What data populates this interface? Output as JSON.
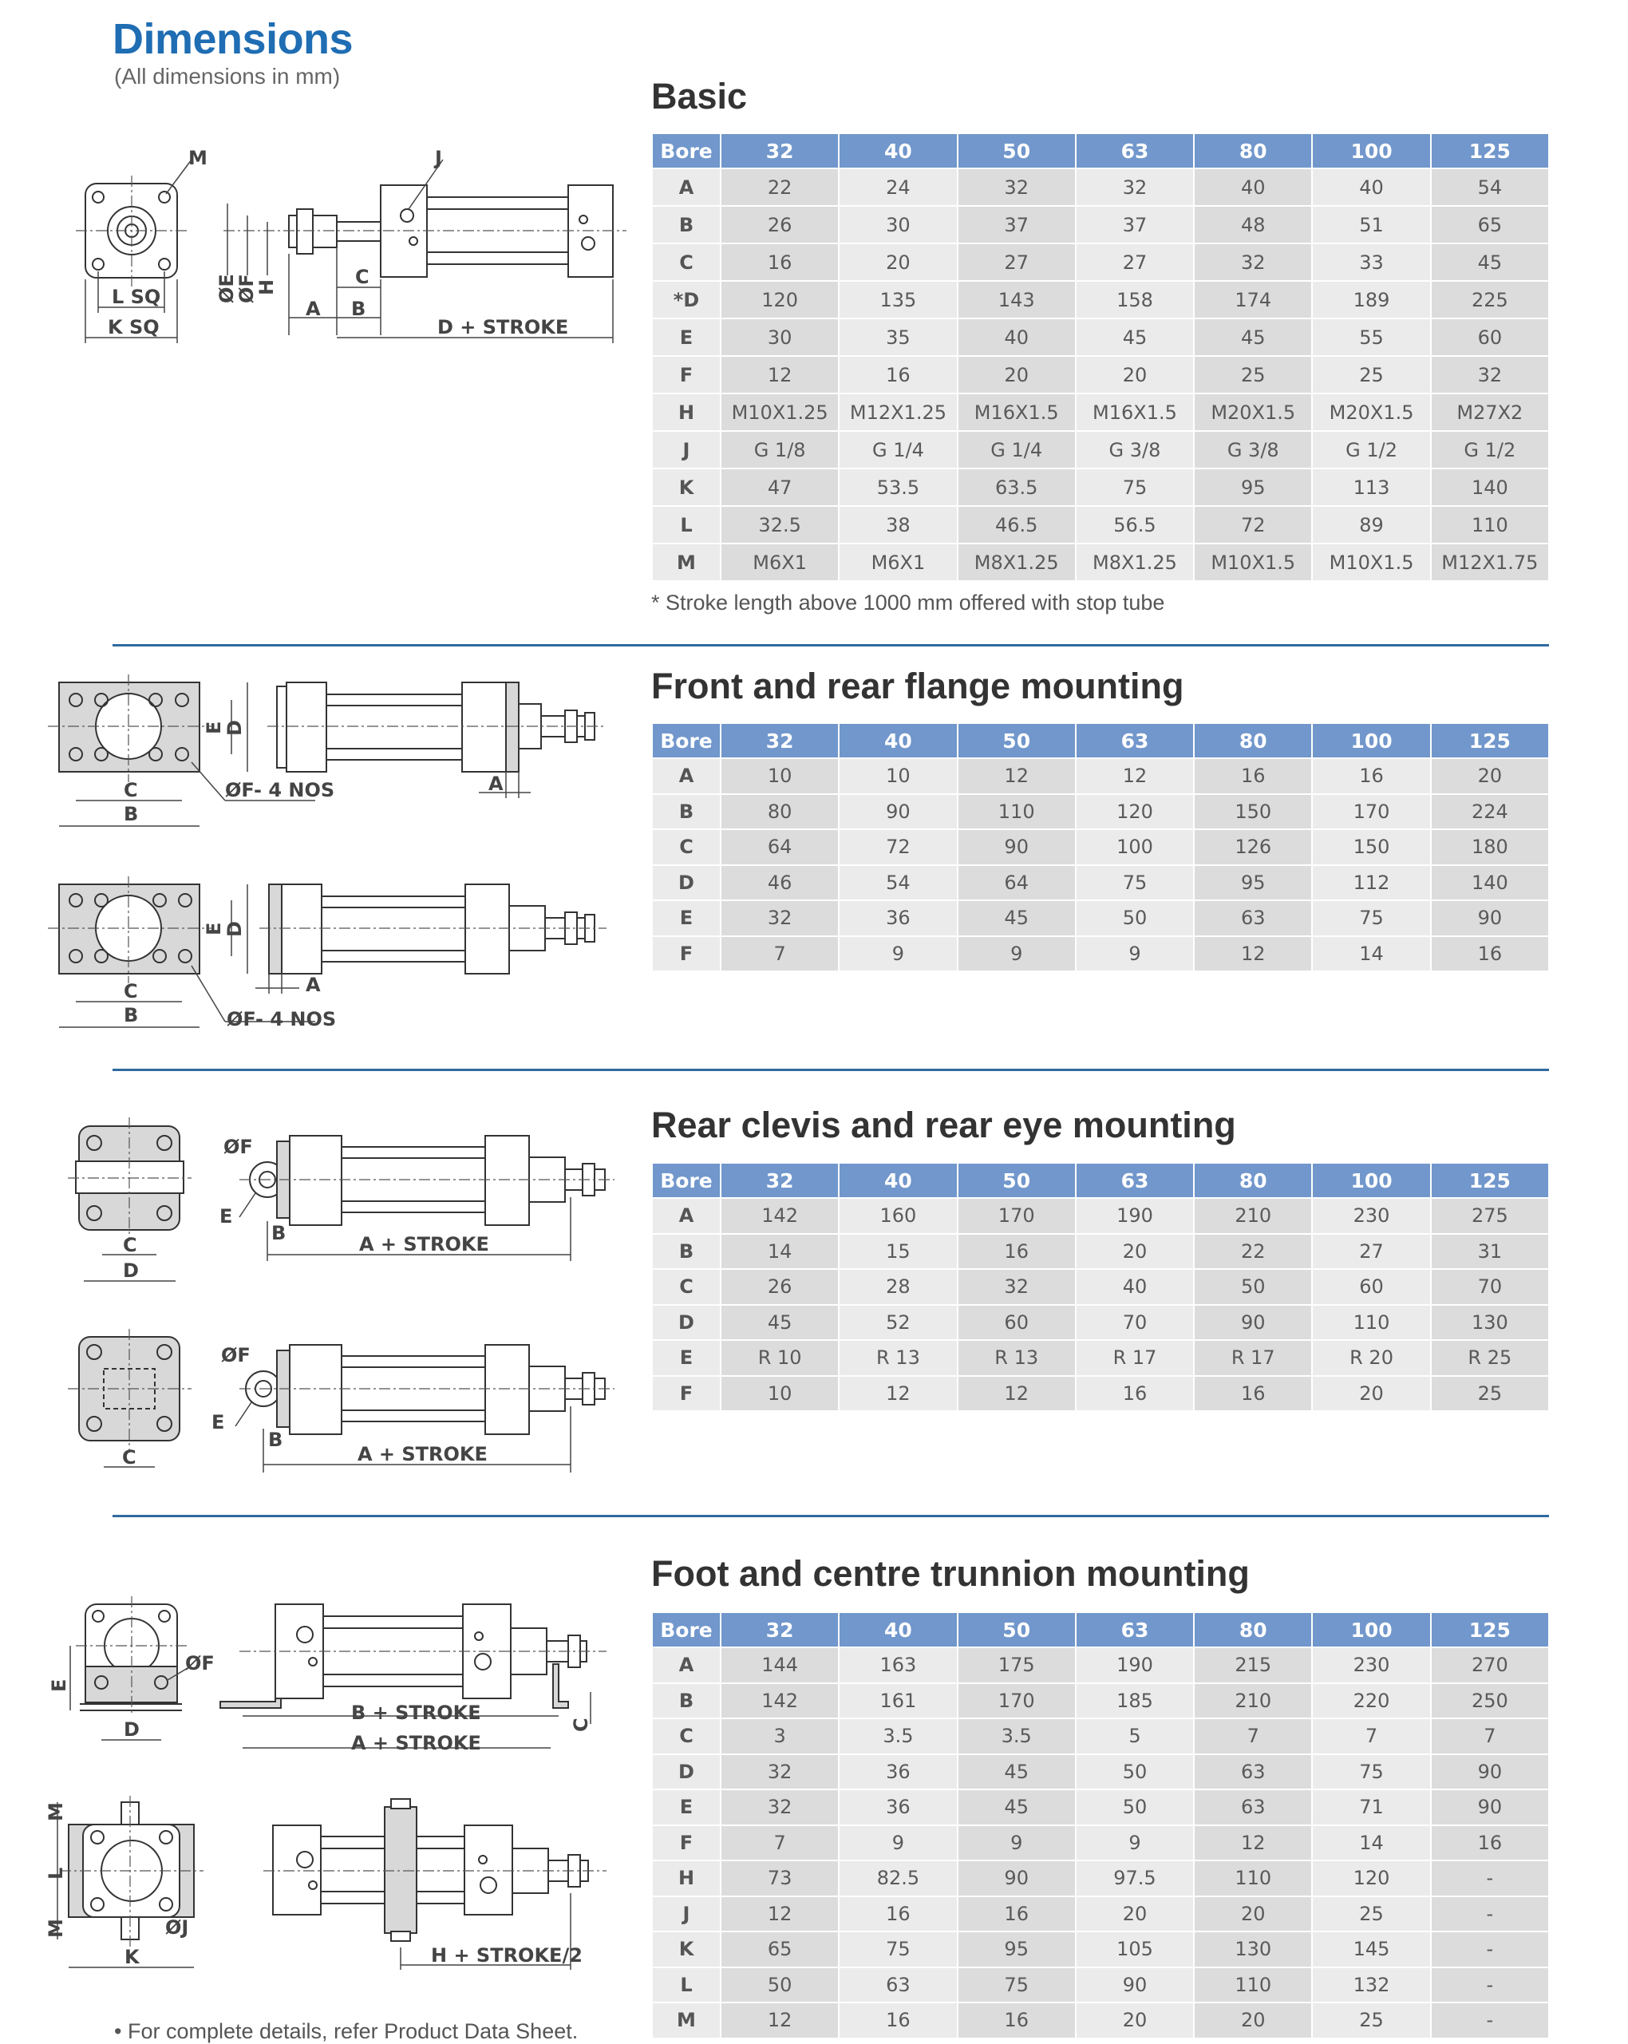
{
  "header": {
    "title": "Dimensions",
    "subtitle": "(All dimensions in mm)"
  },
  "bores": [
    "32",
    "40",
    "50",
    "63",
    "80",
    "100",
    "125"
  ],
  "bore_label": "Bore",
  "sections": {
    "basic": {
      "title": "Basic",
      "note": "* Stroke length above 1000 mm offered with stop tube",
      "rows": [
        {
          "label": "A",
          "values": [
            "22",
            "24",
            "32",
            "32",
            "40",
            "40",
            "54"
          ]
        },
        {
          "label": "B",
          "values": [
            "26",
            "30",
            "37",
            "37",
            "48",
            "51",
            "65"
          ]
        },
        {
          "label": "C",
          "values": [
            "16",
            "20",
            "27",
            "27",
            "32",
            "33",
            "45"
          ]
        },
        {
          "label": "*D",
          "values": [
            "120",
            "135",
            "143",
            "158",
            "174",
            "189",
            "225"
          ]
        },
        {
          "label": "E",
          "values": [
            "30",
            "35",
            "40",
            "45",
            "45",
            "55",
            "60"
          ]
        },
        {
          "label": "F",
          "values": [
            "12",
            "16",
            "20",
            "20",
            "25",
            "25",
            "32"
          ]
        },
        {
          "label": "H",
          "values": [
            "M10X1.25",
            "M12X1.25",
            "M16X1.5",
            "M16X1.5",
            "M20X1.5",
            "M20X1.5",
            "M27X2"
          ]
        },
        {
          "label": "J",
          "values": [
            "G 1/8",
            "G 1/4",
            "G 1/4",
            "G 3/8",
            "G 3/8",
            "G 1/2",
            "G 1/2"
          ]
        },
        {
          "label": "K",
          "values": [
            "47",
            "53.5",
            "63.5",
            "75",
            "95",
            "113",
            "140"
          ]
        },
        {
          "label": "L",
          "values": [
            "32.5",
            "38",
            "46.5",
            "56.5",
            "72",
            "89",
            "110"
          ]
        },
        {
          "label": "M",
          "values": [
            "M6X1",
            "M6X1",
            "M8X1.25",
            "M8X1.25",
            "M10X1.5",
            "M10X1.5",
            "M12X1.75"
          ]
        }
      ],
      "drawing_labels": {
        "m": "M",
        "j": "J",
        "lsq": "L SQ",
        "ksq": "K SQ",
        "oe": "ØE",
        "of": "ØF",
        "h": "H",
        "a": "A",
        "c": "C",
        "b": "B",
        "d_stroke": "D + STROKE"
      }
    },
    "flange": {
      "title": "Front and rear flange mounting",
      "rows": [
        {
          "label": "A",
          "values": [
            "10",
            "10",
            "12",
            "12",
            "16",
            "16",
            "20"
          ]
        },
        {
          "label": "B",
          "values": [
            "80",
            "90",
            "110",
            "120",
            "150",
            "170",
            "224"
          ]
        },
        {
          "label": "C",
          "values": [
            "64",
            "72",
            "90",
            "100",
            "126",
            "150",
            "180"
          ]
        },
        {
          "label": "D",
          "values": [
            "46",
            "54",
            "64",
            "75",
            "95",
            "112",
            "140"
          ]
        },
        {
          "label": "E",
          "values": [
            "32",
            "36",
            "45",
            "50",
            "63",
            "75",
            "90"
          ]
        },
        {
          "label": "F",
          "values": [
            "7",
            "9",
            "9",
            "9",
            "12",
            "14",
            "16"
          ]
        }
      ],
      "drawing_labels": {
        "e": "E",
        "d": "D",
        "c": "C",
        "b": "B",
        "of_nos": "ØF- 4 NOS",
        "a": "A"
      }
    },
    "clevis": {
      "title": "Rear clevis and rear eye mounting",
      "rows": [
        {
          "label": "A",
          "values": [
            "142",
            "160",
            "170",
            "190",
            "210",
            "230",
            "275"
          ]
        },
        {
          "label": "B",
          "values": [
            "14",
            "15",
            "16",
            "20",
            "22",
            "27",
            "31"
          ]
        },
        {
          "label": "C",
          "values": [
            "26",
            "28",
            "32",
            "40",
            "50",
            "60",
            "70"
          ]
        },
        {
          "label": "D",
          "values": [
            "45",
            "52",
            "60",
            "70",
            "90",
            "110",
            "130"
          ]
        },
        {
          "label": "E",
          "values": [
            "R 10",
            "R 13",
            "R 13",
            "R 17",
            "R 17",
            "R 20",
            "R 25"
          ]
        },
        {
          "label": "F",
          "values": [
            "10",
            "12",
            "12",
            "16",
            "16",
            "20",
            "25"
          ]
        }
      ],
      "drawing_labels": {
        "of": "ØF",
        "e": "E",
        "b": "B",
        "c": "C",
        "d": "D",
        "a_stroke": "A + STROKE"
      }
    },
    "foot": {
      "title": "Foot and centre trunnion mounting",
      "rows": [
        {
          "label": "A",
          "values": [
            "144",
            "163",
            "175",
            "190",
            "215",
            "230",
            "270"
          ]
        },
        {
          "label": "B",
          "values": [
            "142",
            "161",
            "170",
            "185",
            "210",
            "220",
            "250"
          ]
        },
        {
          "label": "C",
          "values": [
            "3",
            "3.5",
            "3.5",
            "5",
            "7",
            "7",
            "7"
          ]
        },
        {
          "label": "D",
          "values": [
            "32",
            "36",
            "45",
            "50",
            "63",
            "75",
            "90"
          ]
        },
        {
          "label": "E",
          "values": [
            "32",
            "36",
            "45",
            "50",
            "63",
            "71",
            "90"
          ]
        },
        {
          "label": "F",
          "values": [
            "7",
            "9",
            "9",
            "9",
            "12",
            "14",
            "16"
          ]
        },
        {
          "label": "H",
          "values": [
            "73",
            "82.5",
            "90",
            "97.5",
            "110",
            "120",
            "-"
          ]
        },
        {
          "label": "J",
          "values": [
            "12",
            "16",
            "16",
            "20",
            "20",
            "25",
            "-"
          ]
        },
        {
          "label": "K",
          "values": [
            "65",
            "75",
            "95",
            "105",
            "130",
            "145",
            "-"
          ]
        },
        {
          "label": "L",
          "values": [
            "50",
            "63",
            "75",
            "90",
            "110",
            "132",
            "-"
          ]
        },
        {
          "label": "M",
          "values": [
            "12",
            "16",
            "16",
            "20",
            "20",
            "25",
            "-"
          ]
        }
      ],
      "drawing_labels": {
        "e": "E",
        "of": "ØF",
        "d": "D",
        "b_stroke": "B + STROKE",
        "a_stroke": "A + STROKE",
        "c": "C",
        "m": "M",
        "l": "L",
        "oj": "ØJ",
        "k": "K",
        "h_stroke": "H + STROKE/2"
      }
    }
  },
  "footer_note": "• For complete details, refer Product Data Sheet.",
  "colors": {
    "title": "#1f6db3",
    "header": "#7197cc",
    "divider": "#2f6a9f",
    "cell_light": "#ebebeb",
    "cell_dark": "#dcdcdc"
  }
}
